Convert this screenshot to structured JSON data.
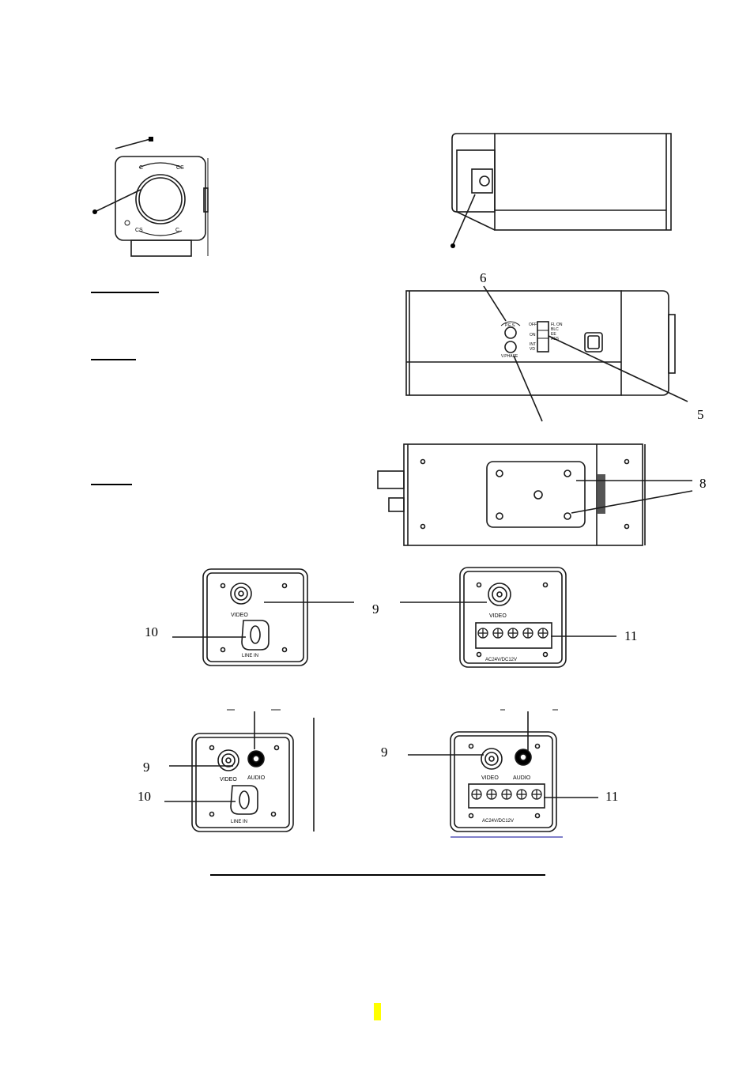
{
  "callouts": {
    "n5": "5",
    "n6": "6",
    "n8": "8",
    "n9": "9",
    "n10": "10",
    "n11": "11"
  },
  "front_view": {
    "ring_top": "C",
    "ring_top_right": "CS",
    "ring_bottom_left": "CS",
    "ring_bottom_right": "C"
  },
  "side_view": {
    "switch_left": [
      "OFF",
      "ON",
      "INT",
      "VD"
    ],
    "switch_right": [
      "FL ON",
      "BLC",
      "EE",
      "AES"
    ],
    "dial_top": "P.E.S.",
    "dial_bottom": "V.PHASE"
  },
  "rear_panels": {
    "video_label": "VIDEO",
    "audio_label": "AUDIO",
    "line_in_label": "LINE IN",
    "power_label": "AC24V/DC12V"
  },
  "colors": {
    "line": "#1a1a1a",
    "page_marker": "#ffff00",
    "blue_underline": "#3333aa"
  }
}
